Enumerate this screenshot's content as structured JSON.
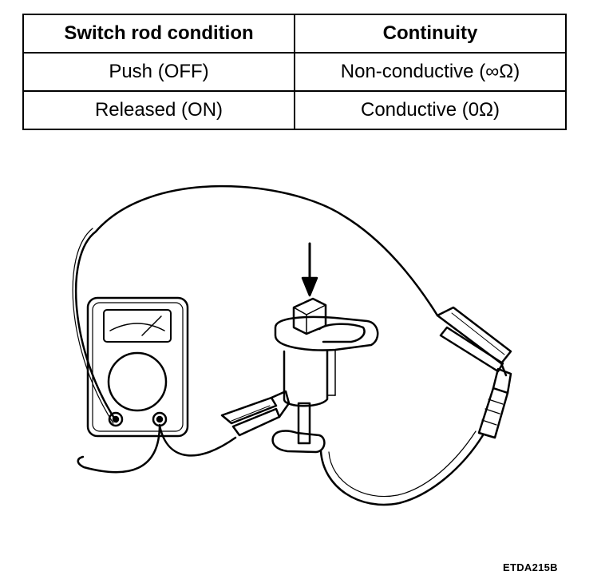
{
  "table": {
    "headers": [
      "Switch rod condition",
      "Continuity"
    ],
    "rows": [
      [
        "Push (OFF)",
        "Non-conductive (∞Ω)"
      ],
      [
        "Released (ON)",
        "Conductive (0Ω)"
      ]
    ]
  },
  "figure_code": "ETDA215B",
  "icons": [
    "multimeter-icon",
    "switch-icon",
    "alligator-clip-icon",
    "push-arrow-icon"
  ]
}
